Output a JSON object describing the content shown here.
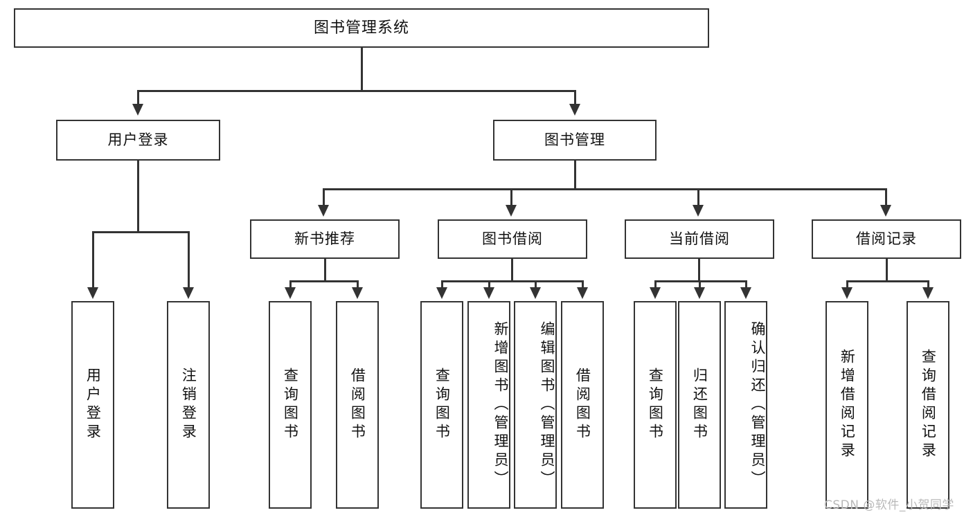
{
  "diagram": {
    "type": "tree-hierarchy-flowchart",
    "root": {
      "label": "图书管理系统"
    },
    "level1": [
      {
        "label": "用户登录"
      },
      {
        "label": "图书管理"
      }
    ],
    "level2": [
      {
        "label": "新书推荐"
      },
      {
        "label": "图书借阅"
      },
      {
        "label": "当前借阅"
      },
      {
        "label": "借阅记录"
      }
    ],
    "leaves": {
      "user_login": [
        {
          "label": "用户登录"
        },
        {
          "label": "注销登录"
        }
      ],
      "new_book_recommend": [
        {
          "label": "查询图书"
        },
        {
          "label": "借阅图书"
        }
      ],
      "book_borrow": [
        {
          "label": "查询图书"
        },
        {
          "label": "新增图书（管理员）"
        },
        {
          "label": "编辑图书（管理员）"
        },
        {
          "label": "借阅图书"
        }
      ],
      "current_borrow": [
        {
          "label": "查询图书"
        },
        {
          "label": "归还图书"
        },
        {
          "label": "确认归还（管理员）"
        }
      ],
      "borrow_record": [
        {
          "label": "新增借阅记录"
        },
        {
          "label": "查询借阅记录"
        }
      ]
    }
  },
  "watermark": {
    "text": "CSDN @软件_小贺同学"
  },
  "colors": {
    "stroke": "#333333",
    "background": "#ffffff",
    "text": "#111111",
    "watermark": "#b9b9b9"
  }
}
